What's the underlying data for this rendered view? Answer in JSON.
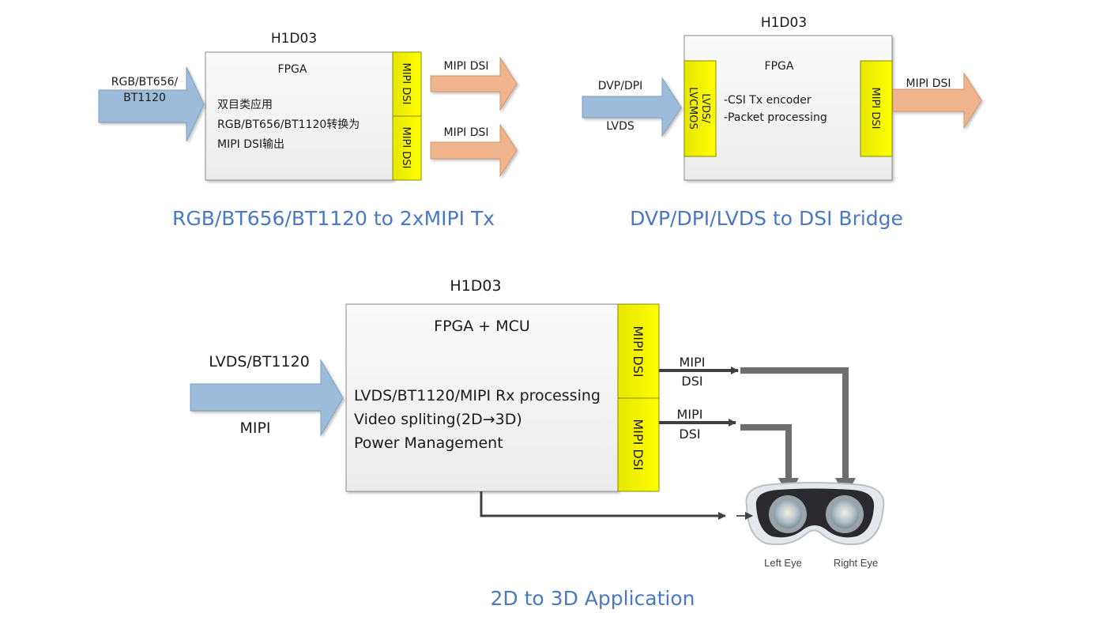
{
  "colors": {
    "input_arrow": "#9dbcd9",
    "input_arrow_stroke": "#7f9ebd",
    "output_arrow": "#f0b48d",
    "output_arrow_stroke": "#cf9672",
    "port_fill": "#f2f200",
    "box_fill": "#f1f1f1",
    "caption": "#4a78c4",
    "connector": "#404040",
    "thick_connector": "#6e6e6e"
  },
  "diagram1": {
    "chip": "H1D03",
    "core": "FPGA",
    "desc": [
      "双目类应用",
      "RGB/BT656/BT1120转换为",
      "MIPI DSI输出"
    ],
    "input_label": [
      "RGB/BT656/",
      "BT1120"
    ],
    "ports": [
      "MIPI DSI",
      "MIPI DSI"
    ],
    "outputs": [
      "MIPI DSI",
      "MIPI DSI"
    ],
    "caption": "RGB/BT656/BT1120 to 2xMIPI Tx"
  },
  "diagram2": {
    "chip": "H1D03",
    "core": "FPGA",
    "desc": [
      "-CSI Tx encoder",
      "-Packet processing"
    ],
    "input_label_top": "DVP/DPI",
    "input_label_bottom": "LVDS",
    "in_port": [
      "LVDS/",
      "LVCMOS"
    ],
    "out_port": "MIPI DSI",
    "output": "MIPI DSI",
    "caption": "DVP/DPI/LVDS to DSI Bridge"
  },
  "diagram3": {
    "chip": "H1D03",
    "core": "FPGA + MCU",
    "desc": [
      "LVDS/BT1120/MIPI Rx processing",
      "Video spliting(2D→3D)",
      "Power Management"
    ],
    "input_label_top": "LVDS/BT1120",
    "input_label_bottom": "MIPI",
    "ports": [
      "MIPI DSI",
      "MIPI DSI"
    ],
    "links": [
      [
        "MIPI",
        "DSI"
      ],
      [
        "MIPI",
        "DSI"
      ]
    ],
    "left_eye": "Left Eye",
    "right_eye": "Right Eye",
    "caption": "2D to 3D Application"
  }
}
